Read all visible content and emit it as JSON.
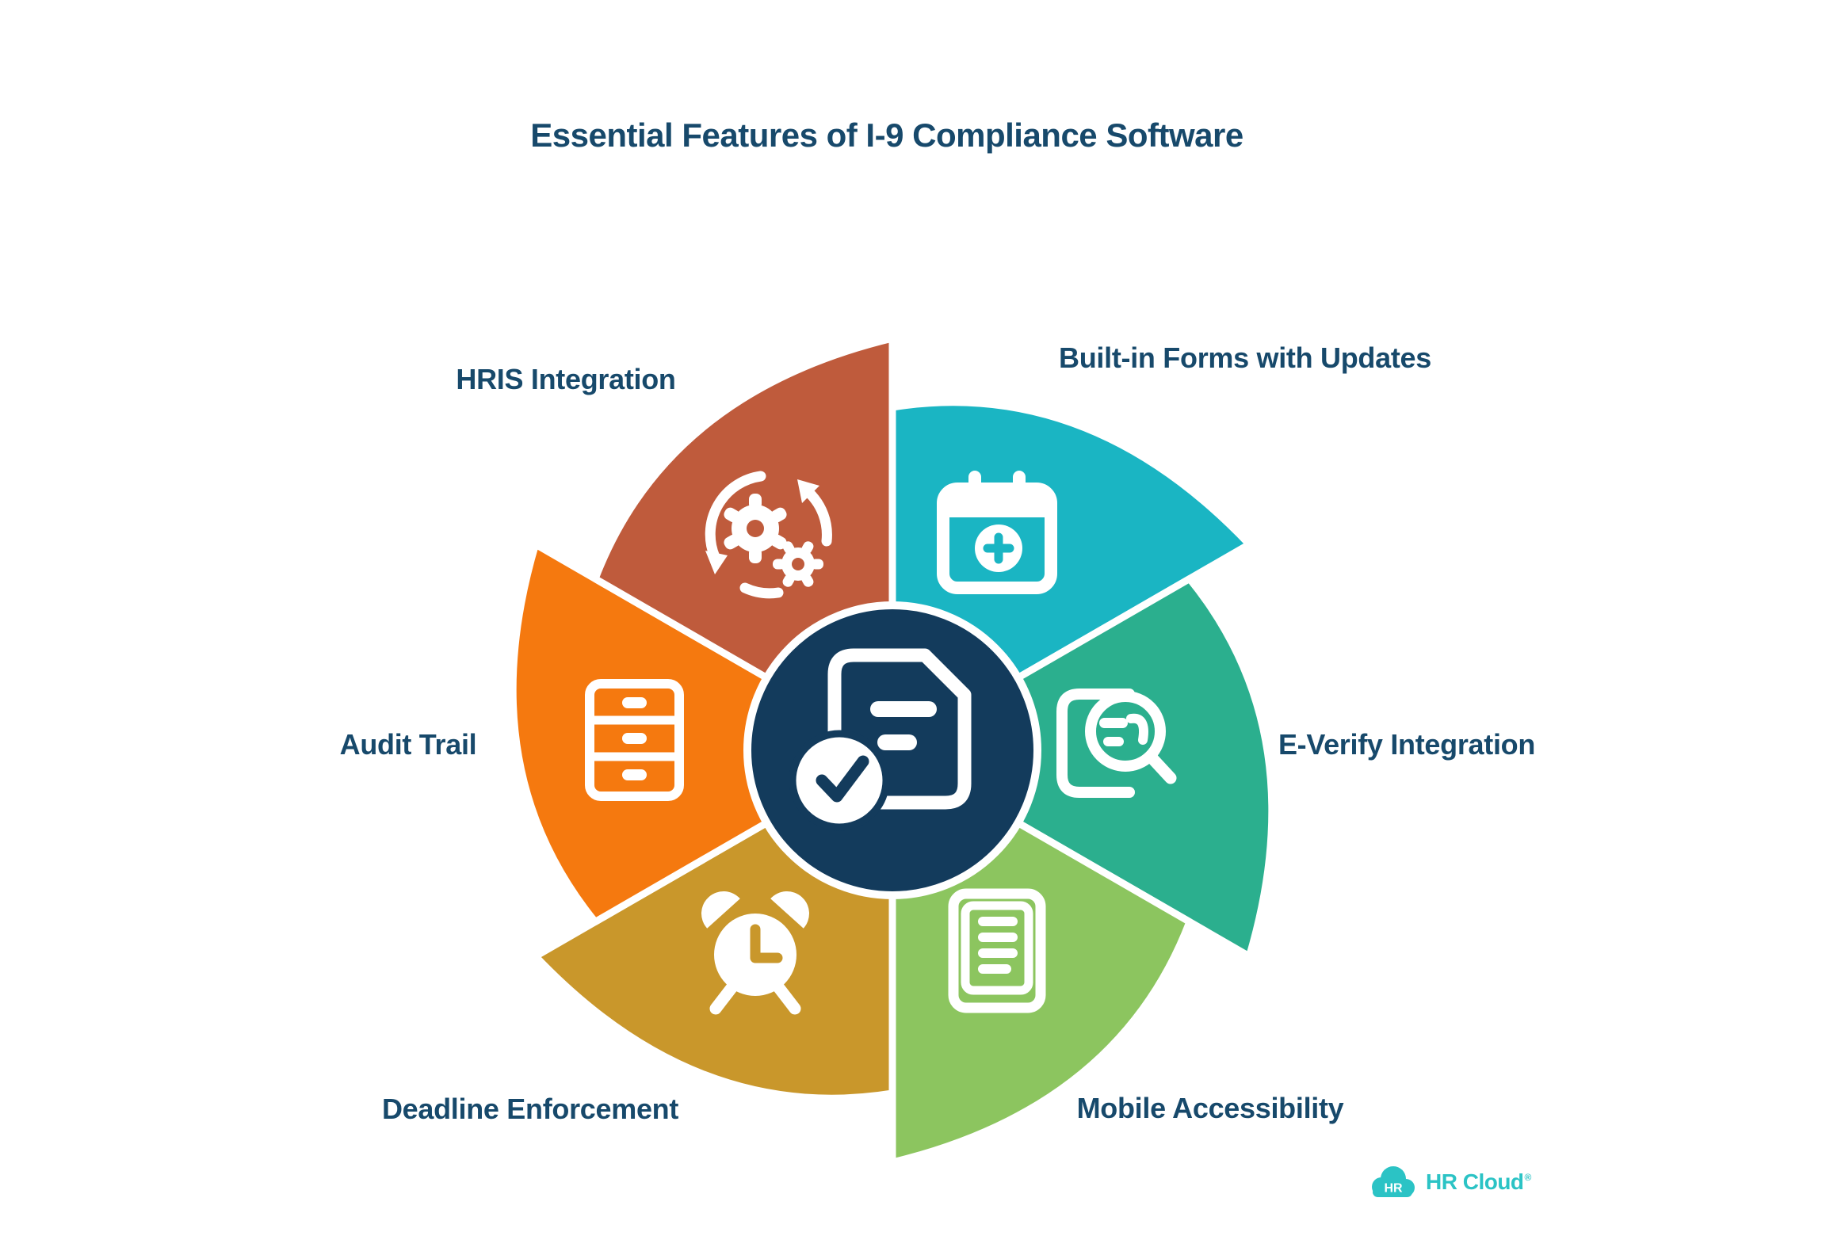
{
  "title": "Essential Features of I-9 Compliance Software",
  "colors": {
    "background": "#FFFFFF",
    "text": "#17496B",
    "white": "#FFFFFF"
  },
  "center": {
    "icon": "document-check-icon",
    "color": "#133B5C"
  },
  "segments": [
    {
      "id": "built-in-forms",
      "label": "Built-in Forms with Updates",
      "color": "#1AB5C3",
      "icon": "calendar-plus-icon"
    },
    {
      "id": "e-verify",
      "label": "E-Verify Integration",
      "color": "#2BAF8E",
      "icon": "document-search-icon"
    },
    {
      "id": "mobile",
      "label": "Mobile Accessibility",
      "color": "#8CC55F",
      "icon": "document-lines-icon"
    },
    {
      "id": "deadline",
      "label": "Deadline Enforcement",
      "color": "#C9972B",
      "icon": "alarm-clock-icon"
    },
    {
      "id": "audit",
      "label": "Audit Trail",
      "color": "#F5790F",
      "icon": "drawer-cabinet-icon"
    },
    {
      "id": "hris",
      "label": "HRIS Integration",
      "color": "#BF5B3C",
      "icon": "sync-gears-icon"
    }
  ],
  "logo": {
    "badge_text": "HR",
    "brand_text": "HR Cloud",
    "registered_mark": "®",
    "color": "#2BC3C5"
  }
}
